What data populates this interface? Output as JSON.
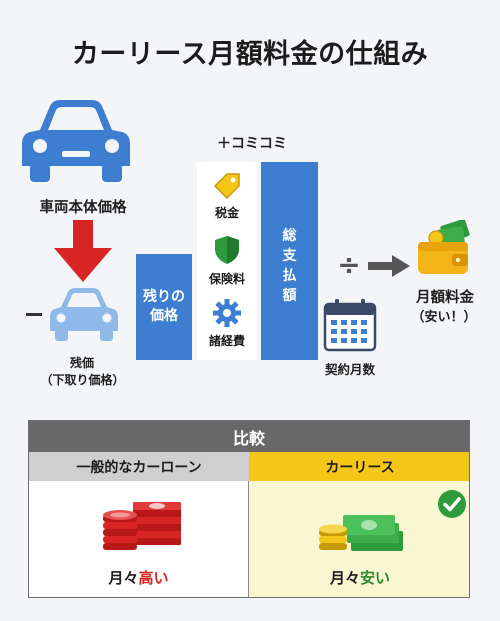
{
  "title": "カーリース月額料金の仕組み",
  "car_price_label": "車両本体価格",
  "residual": {
    "label_line1": "残価",
    "label_line2": "（下取り価格）",
    "bar_line1": "残りの",
    "bar_line2": "価格"
  },
  "extras": {
    "header": "＋コミコミ",
    "items": [
      "税金",
      "保険料",
      "諸経費"
    ]
  },
  "total_payment": {
    "chars": [
      "総",
      "支",
      "払",
      "額"
    ]
  },
  "divide_symbol": "÷",
  "contract_months_label": "契約月数",
  "monthly_fee": {
    "label": "月額料金",
    "note": "（安い！）"
  },
  "comparison": {
    "header": "比較",
    "left": {
      "title": "一般的なカーローン",
      "result_prefix": "月々",
      "result_highlight": "高い"
    },
    "right": {
      "title": "カーリース",
      "result_prefix": "月々",
      "result_highlight": "安い"
    }
  },
  "colors": {
    "blue": "#3d7ed1",
    "red": "#d82424",
    "yellow": "#f3c618",
    "green": "#2f8a2e",
    "gray_header": "#686868"
  }
}
